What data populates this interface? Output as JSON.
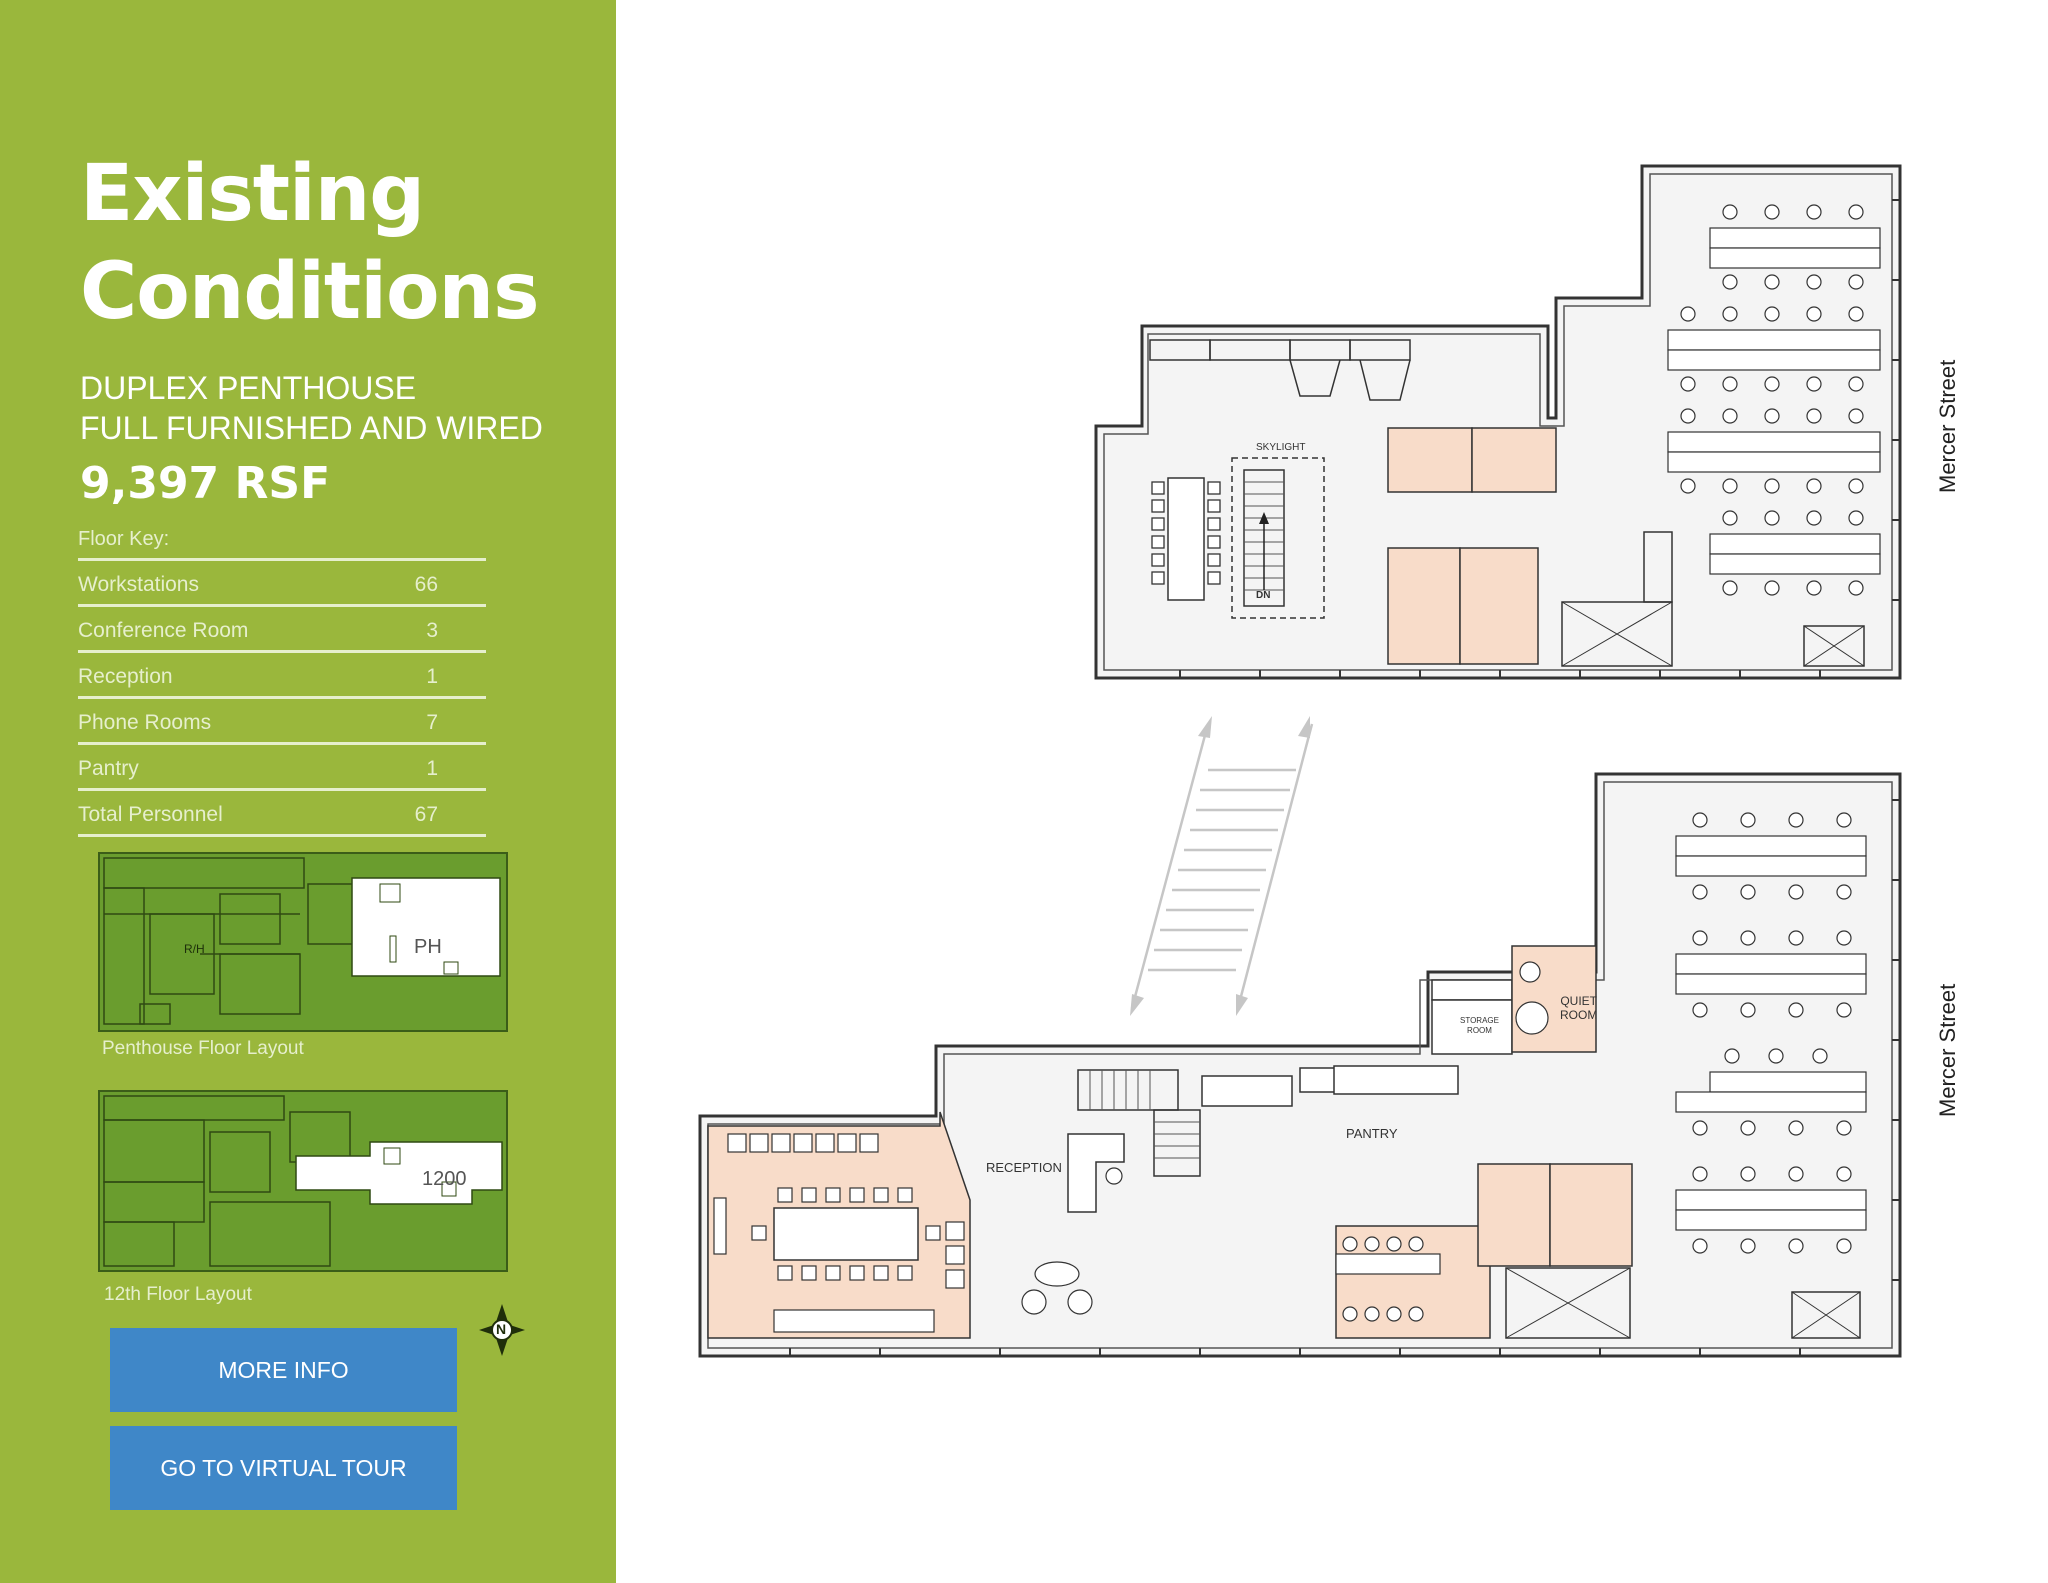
{
  "sidebar": {
    "title_line1": "Existing",
    "title_line2": "Conditions",
    "subtitle_line1": "DUPLEX PENTHOUSE",
    "subtitle_line2": "FULL FURNISHED AND WIRED",
    "rsf": "9,397 RSF",
    "floor_key_label": "Floor Key:",
    "floor_key": [
      {
        "label": "Workstations",
        "value": "66"
      },
      {
        "label": "Conference Room",
        "value": "3"
      },
      {
        "label": "Reception",
        "value": "1"
      },
      {
        "label": "Phone Rooms",
        "value": "7"
      },
      {
        "label": "Pantry",
        "value": "1"
      },
      {
        "label": "Total Personnel",
        "value": "67"
      }
    ],
    "thumb_penthouse_tag": "PH",
    "thumb_penthouse_rh": "R/H",
    "thumb_penthouse_caption": "Penthouse Floor Layout",
    "thumb_12th_tag": "1200",
    "thumb_12th_caption": "12th Floor Layout",
    "compass_letter": "N",
    "more_info_label": "MORE INFO",
    "virtual_tour_label": "GO TO VIRTUAL TOUR"
  },
  "plans": {
    "upper": {
      "street": "Mercer Street",
      "skylight": "SKYLIGHT",
      "stair_dn": "DN"
    },
    "lower": {
      "street": "Mercer Street",
      "reception": "RECEPTION",
      "pantry": "PANTRY",
      "storage_line1": "STORAGE",
      "storage_line2": "ROOM",
      "quiet_line1": "QUIET",
      "quiet_line2": "ROOM"
    }
  },
  "colors": {
    "sidebar_green": "#9ab73c",
    "button_blue": "#3f87c8",
    "room_peach": "#f8dcc9",
    "floor_gray": "#f3f3f3"
  }
}
